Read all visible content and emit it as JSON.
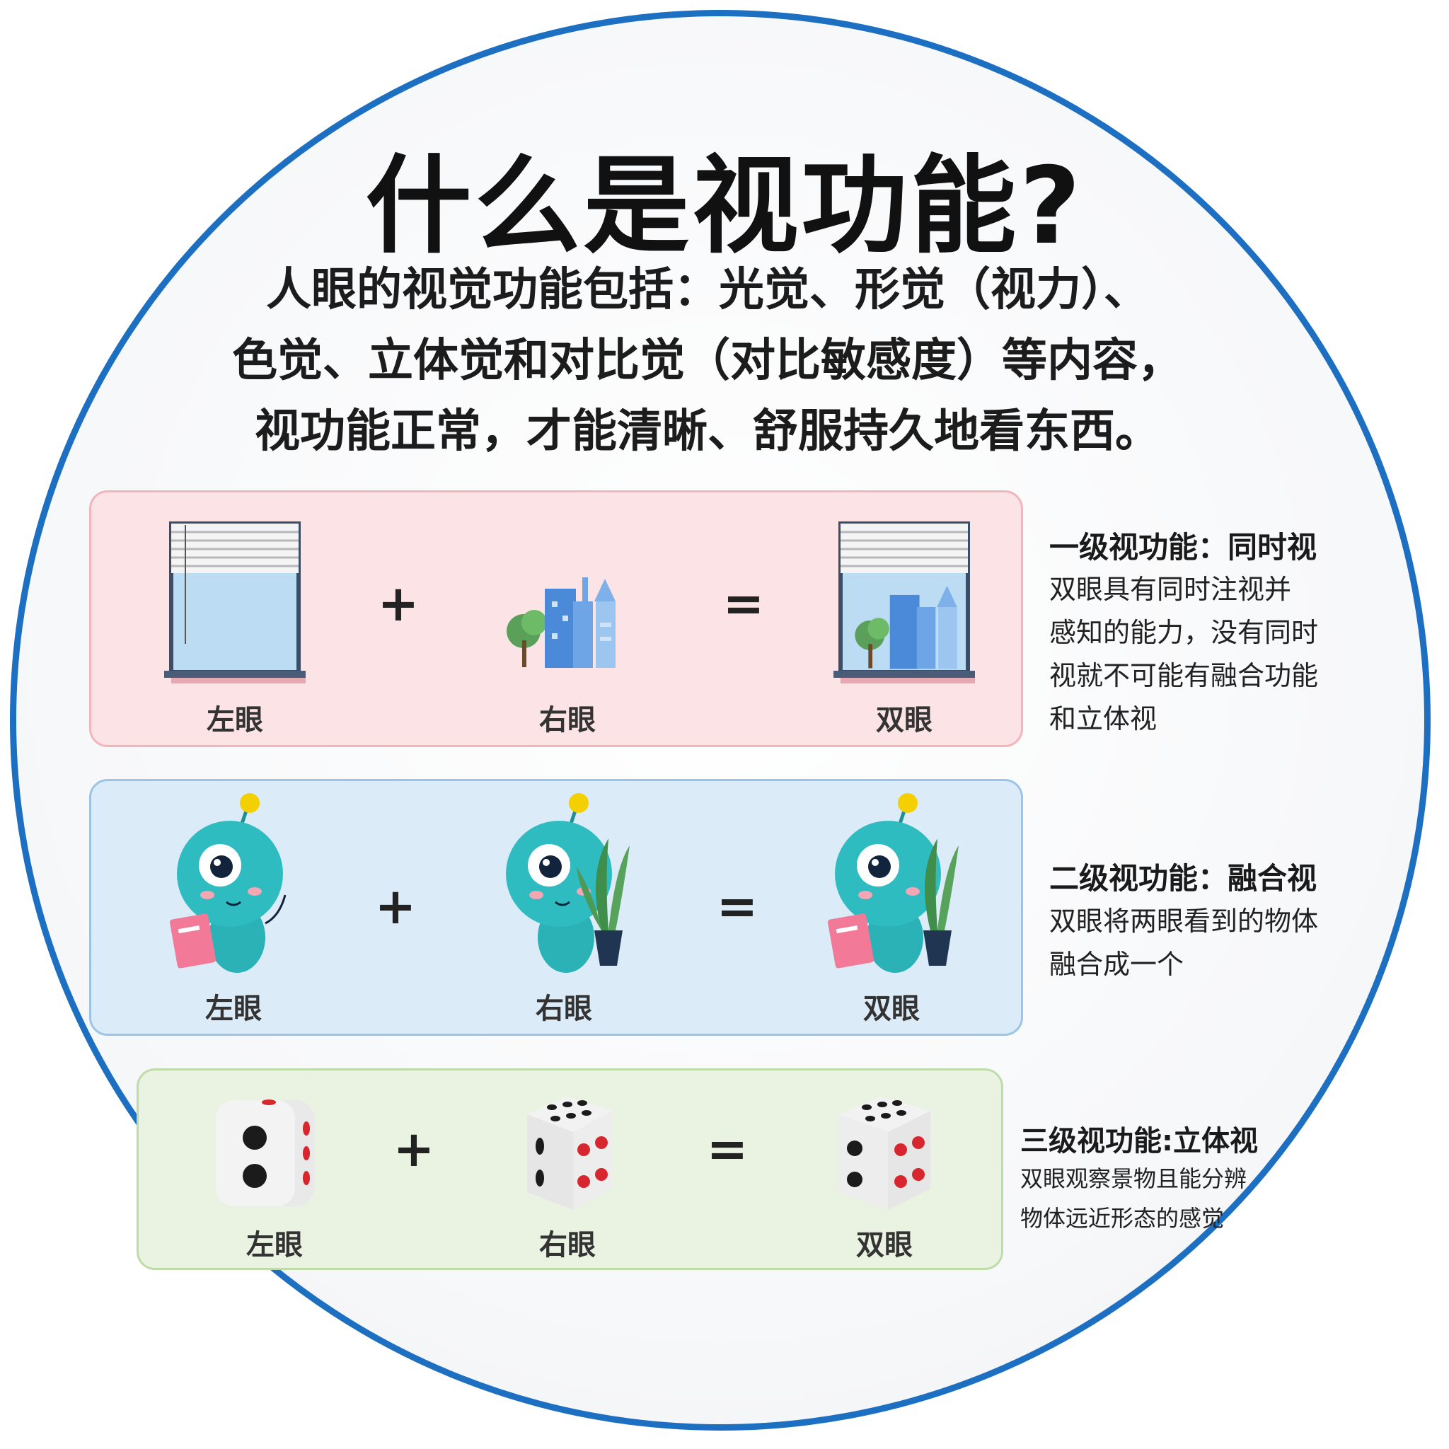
{
  "title": "什么是视功能?",
  "intro": {
    "line1": "人眼的视觉功能包括：光觉、形觉（视力）、",
    "line2": "色觉、立体觉和对比觉（对比敏感度）等内容，",
    "line3": "视功能正常，才能清晰、舒服持久地看东西。"
  },
  "operators": {
    "plus": "+",
    "equals": "="
  },
  "levels": [
    {
      "labels": {
        "left": "左眼",
        "right": "右眼",
        "both": "双眼"
      },
      "title": "一级视功能：同时视",
      "body": [
        "双眼具有同时注视并",
        "感知的能力，没有同时",
        "视就不可能有融合功能",
        "和立体视"
      ]
    },
    {
      "labels": {
        "left": "左眼",
        "right": "右眼",
        "both": "双眼"
      },
      "title": "二级视功能：融合视",
      "body": [
        "双眼将两眼看到的物体",
        "融合成一个"
      ]
    },
    {
      "labels": {
        "left": "左眼",
        "right": "右眼",
        "both": "双眼"
      },
      "title": "三级视功能:立体视",
      "body": [
        "双眼观察景物且能分辨",
        "物体远近形态的感觉"
      ]
    }
  ],
  "colors": {
    "ring": "#1d6fc2",
    "level1_bg": "#fbe3e6",
    "level2_bg": "#dcebf8",
    "level3_bg": "#eaf3e2",
    "mascot": "#27b3b8",
    "dice_pip_red": "#d8262e"
  }
}
